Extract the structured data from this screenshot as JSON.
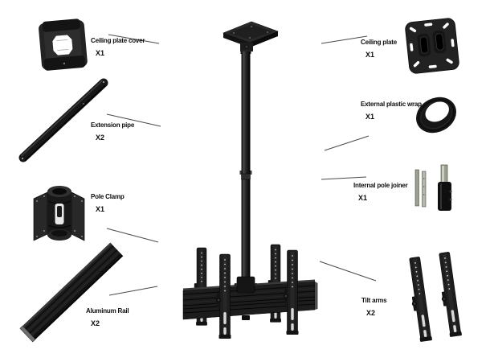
{
  "diagram": {
    "kind": "parts-diagram",
    "subject": "ceiling TV mount kit exploded parts view",
    "parts": [
      {
        "id": "ceiling-plate-cover",
        "name": "Ceiling plate cover",
        "qty": "X1"
      },
      {
        "id": "extension-pipe",
        "name": "Extension pipe",
        "qty": "X2"
      },
      {
        "id": "pole-clamp",
        "name": "Pole Clamp",
        "qty": "X1"
      },
      {
        "id": "aluminum-rail",
        "name": "Aluminum Rail",
        "qty": "X2"
      },
      {
        "id": "ceiling-plate",
        "name": "Ceiling plate",
        "qty": "X1"
      },
      {
        "id": "external-plastic-wrap",
        "name": "External plastic wrap",
        "qty": "X1"
      },
      {
        "id": "internal-pole-joiner",
        "name": "Internal pole joiner",
        "qty": "X1"
      },
      {
        "id": "tilt-arms",
        "name": "Tilt arms",
        "qty": "X2"
      }
    ],
    "colors": {
      "background": "#ffffff",
      "part_dark": "#1b1b1b",
      "part_mid": "#262626",
      "part_highlight": "#3d3d3d",
      "metal_insert": "#9aa18f",
      "leader_line": "#4b4b4b",
      "label_text": "#0d0d0d"
    }
  }
}
